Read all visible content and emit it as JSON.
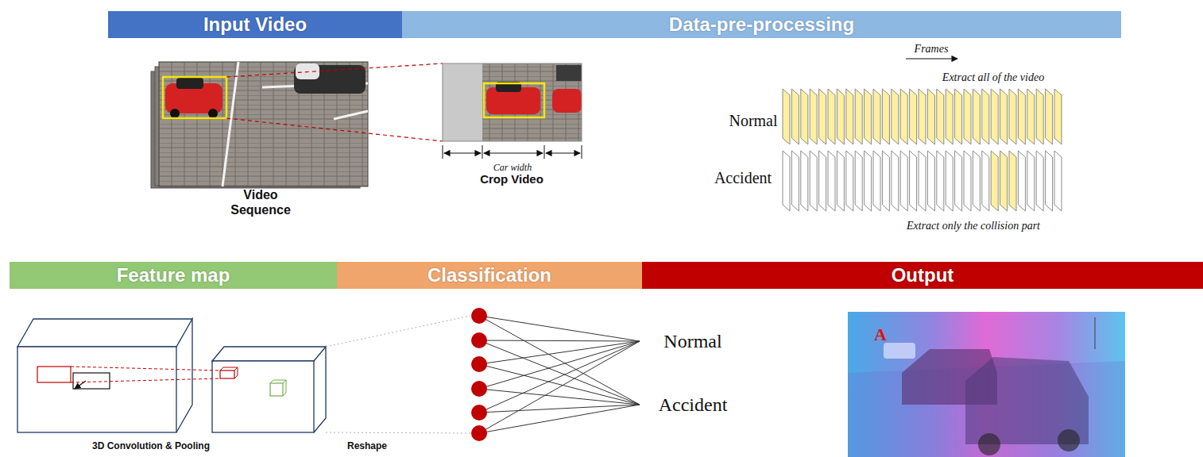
{
  "diagram": {
    "nodes": [
      {
        "text": [
          "Input Video"
        ]
      },
      {
        "text": [
          "Data-pre-processing"
        ]
      },
      {
        "text": [
          "Feature map"
        ]
      },
      {
        "text": [
          "Classification"
        ]
      },
      {
        "text": [
          "Output"
        ]
      }
    ],
    "labels": [
      "Video Sequence",
      "Crop Video",
      "Car width",
      "Frames",
      "Extract all of the video",
      "Normal",
      "Accident",
      "Extract only the collision part",
      "3D Convolution & Pooling",
      "Reshape",
      "Normal",
      "Accident",
      "A"
    ]
  }
}
